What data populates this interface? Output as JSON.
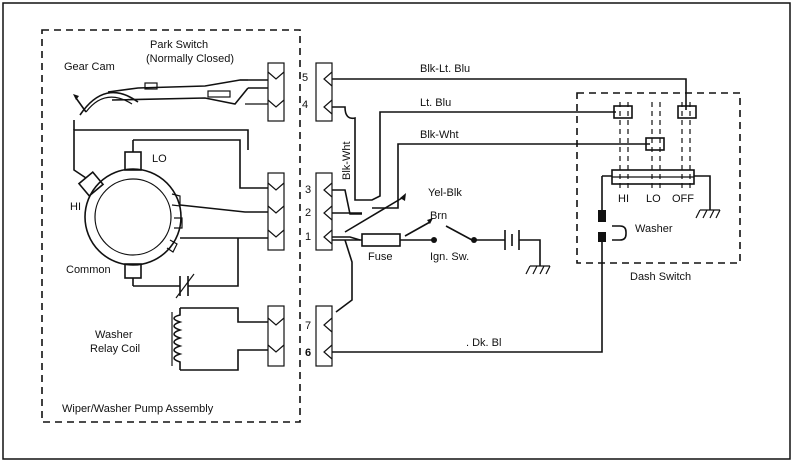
{
  "labels": {
    "gear_cam": "Gear Cam",
    "park_switch_1": "Park Switch",
    "park_switch_2": "(Normally Closed)",
    "lo": "LO",
    "hi": "HI",
    "common": "Common",
    "washer_relay_1": "Washer",
    "washer_relay_2": "Relay Coil",
    "assembly": "Wiper/Washer Pump Assembly",
    "pin5": "5",
    "pin4": "4",
    "pin3": "3",
    "pin2": "2",
    "pin1": "1",
    "pin7": "7",
    "pin6": "6",
    "wire_blk_ltblu": "Blk-Lt. Blu",
    "wire_ltblu": "Lt. Blu",
    "wire_blkwht_top": "Blk-Wht",
    "wire_blkwht_vert": "Blk-Wht",
    "wire_yelblk": "Yel-Blk",
    "wire_brn": "Brn",
    "fuse": "Fuse",
    "ign_sw": "Ign. Sw.",
    "dk_bl": ". Dk. Bl",
    "dash_hi": "HI",
    "dash_lo": "LO",
    "dash_off": "OFF",
    "dash_washer": "Washer",
    "dash_switch": "Dash Switch"
  }
}
